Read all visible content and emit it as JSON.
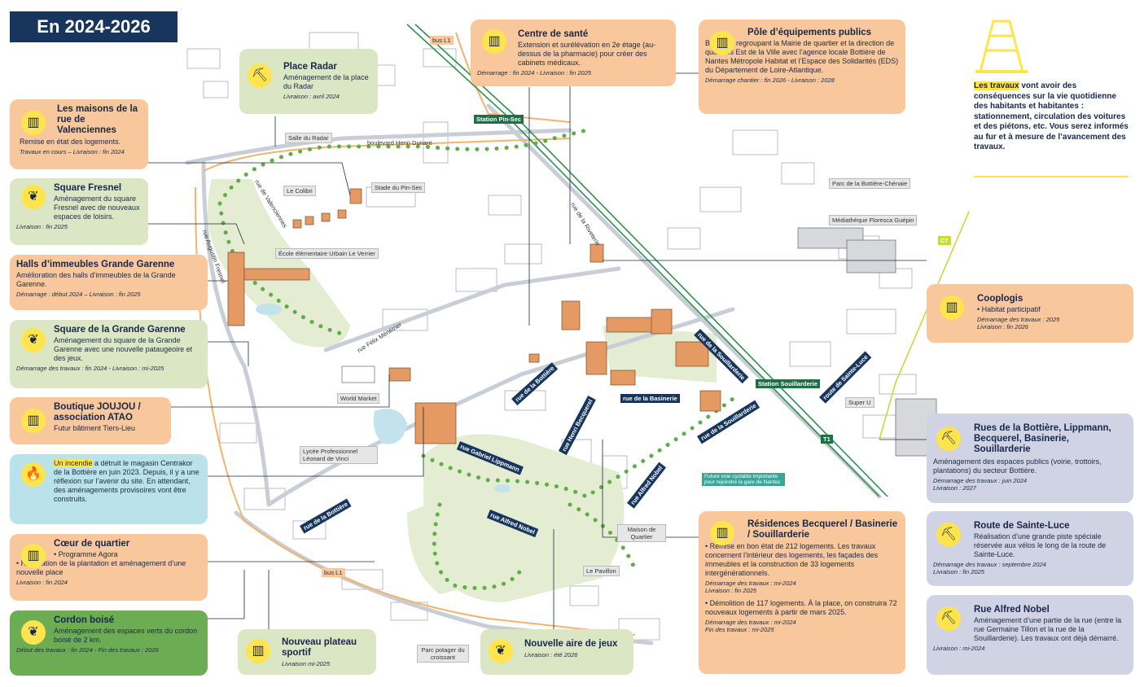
{
  "title": "En 2024-2026",
  "notice": {
    "highlight": "Les travaux",
    "text": " vont avoir des conséquences sur la vie quotidienne des habitants et habitantes : stationnement, circulation des voitures et des piétons, etc. Vous serez informés au fur et à mesure de l’avancement des travaux."
  },
  "icons": {
    "building": "building-icon",
    "tree": "tree-icon",
    "excavator": "excavator-icon",
    "flame": "flame-icon",
    "cone": "traffic-cone-icon"
  },
  "colors": {
    "orange": "#f8c79b",
    "green": "#dbe7c4",
    "dark_green": "#6cad54",
    "blue": "#cfd3e4",
    "cyan": "#b9e2ea",
    "navy": "#17355d",
    "yellow": "#ffe44d"
  },
  "cards": {
    "radar": {
      "title": "Place Radar",
      "desc": "Aménagement de la place du Radar",
      "meta": "Livraison : avril 2024"
    },
    "sante": {
      "title": "Centre de santé",
      "desc": "Extension et surélévation en 2e étage (au-dessus de la pharmacie) pour créer des cabinets médicaux.",
      "meta": "Démarrage : fin 2024 - Livraison : fin 2025"
    },
    "pole": {
      "title": "Pôle d’équipements publics",
      "desc": "Bâtiment regroupant la Mairie de quartier et la direction de quartiers Est de la Ville avec l’agence locale Bottière de Nantes Métropole Habitat et l’Espace des Solidarités (EDS) du Département de Loire-Atlantique.",
      "meta": "Démarrage chantier : fin 2026 - Livraison : 2028"
    },
    "valenciennes": {
      "title": "Les maisons de la rue de Valenciennes",
      "desc": "Remise en état des logements.",
      "meta": "Travaux en cours – Livraison : fin 2024"
    },
    "fresnel": {
      "title": "Square Fresnel",
      "desc": "Aménagement du square Fresnel avec de nouveaux espaces de loisirs.",
      "meta": "Livraison : fin 2025"
    },
    "halls": {
      "title": "Halls d’immeubles Grande Garenne",
      "desc": "Amélioration des halls d’immeubles de la Grande Garenne.",
      "meta": "Démarrage : début 2024 – Livraison : fin 2025"
    },
    "grande_garenne": {
      "title": "Square de la Grande Garenne",
      "desc": "Aménagement du square de la Grande Garenne avec une nouvelle pataugeoire et des jeux.",
      "meta": "Démarrage des travaux : fin 2024 - Livraison : mi-2025"
    },
    "joujou": {
      "title": "Boutique JOUJOU / association ATAO",
      "desc": "Futur bâtiment Tiers-Lieu"
    },
    "incendie": {
      "highlight": "Un incendie",
      "desc": " a détruit le magasin Centrakor de la Bottière en juin 2023. Depuis, il y a une réflexion sur l’avenir du site. En attendant, des aménagements provisoires vont être construits."
    },
    "coeur": {
      "title": "Cœur de quartier",
      "b1": "• Programme Agora",
      "b2": "• Réalisation de la plantation et aménagement d’une nouvelle place",
      "meta": "Livraison : fin 2024"
    },
    "cordon": {
      "title": "Cordon boisé",
      "desc": "Aménagement des espaces verts du cordon boisé de 2 km.",
      "meta": "Début des travaux : fin 2024 - Fin des travaux : 2026"
    },
    "plateau": {
      "title": "Nouveau plateau sportif",
      "meta": "Livraison mi-2025"
    },
    "jeux": {
      "title": "Nouvelle aire de jeux",
      "meta": "Livraison : été 2026"
    },
    "residences": {
      "title": "Résidences Becquerel / Basinerie / Souillarderie",
      "b1": "• Remise en bon état de 212 logements. Les travaux concernent l’intérieur des logements, les façades des immeubles et la construction de 33 logements intergénérationnels.",
      "m1": "Démarrage des travaux : mi-2024",
      "m2": "Livraison : fin 2025",
      "b2": "• Démolition de 117 logements. À la place, on construira 72 nouveaux logements à partir de mars 2025.",
      "m3": "Démarrage des travaux : mi-2024",
      "m4": "Fin des travaux : mi-2025"
    },
    "cooplogis": {
      "title": "Cooplogis",
      "desc": "• Habitat participatif",
      "m1": "Démarrage des travaux : 2025",
      "m2": "Livraison : fin 2026"
    },
    "rues": {
      "title": "Rues de la Bottière, Lippmann, Becquerel, Basinerie, Souillarderie",
      "desc": "Aménagement des espaces publics (voirie, trottoirs, plantations) du secteur Bottière.",
      "m1": "Démarrage des travaux : juin 2024",
      "m2": "Livraison : 2027"
    },
    "sainte_luce": {
      "title": "Route de Sainte-Luce",
      "desc": "Réalisation d’une grande piste spéciale réservée aux vélos le long de la route de Sainte-Luce.",
      "m1": "Démarrage des travaux : septembre 2024",
      "m2": "Livraison : fin 2025"
    },
    "nobel": {
      "title": "Rue Alfred Nobel",
      "desc": "Aménagement d’une partie de la rue (entre la rue Germaine Tillon et la rue de la Souillarderie). Les travaux ont déjà démarré.",
      "m1": "Livraison : mi-2024"
    }
  },
  "map_labels": {
    "bus_l1_top": "bus L1",
    "station_pin_sec": "Station Pin-Sec",
    "salle_radar": "Salle du Radar",
    "bd_henri_dunant": "boulevard Henri Dunant",
    "le_colibri": "Le Colibri",
    "stade_pin_sec": "Stade du Pin-Sec",
    "rue_valenciennes": "rue de Valenciennes",
    "rue_augustin_fresnel": "rue Augustin Fresnel",
    "ecole": "École élémentaire Urbain Le Verrier",
    "parc_bottiere": "Parc de la Bottière-Chénaie",
    "mediatheque": "Médiathèque Floresca Guépin",
    "c7": "C7",
    "rue_riveterie": "rue de la Riveterie",
    "rue_felix": "rue Félix Ménétrier",
    "rue_bottiere_1": "rue de la Bottière",
    "rue_basinerie": "rue de la Basinerie",
    "rue_souillarderie_1": "rue de la Souillarderie",
    "rue_souillarderie_2": "rue de la Souillarderie",
    "station_souillarderie": "Station Souillarderie",
    "route_sainte_luce": "route de Sainte-Luce",
    "super_u": "Super U",
    "t1": "T1",
    "world_market": "World Market",
    "rue_becquerel": "rue Henri Becquerel",
    "rue_lippmann": "rue Gabriel Lippmann",
    "lycee": "Lycée Professionnel Léonard de Vinci",
    "rue_nobel_1": "rue Alfred Nobel",
    "rue_nobel_2": "rue Alfred Nobel",
    "future_voie": "Future voie cyclable importante pour rejoindre la gare de Nantes",
    "rue_bottiere_2": "rue de la Bottière",
    "maison_quartier": "Maison de Quartier",
    "bus_l1_bottom": "bus L1",
    "le_pavillon": "Le Pavillon",
    "parc_potager": "Parc potager du croissant"
  }
}
